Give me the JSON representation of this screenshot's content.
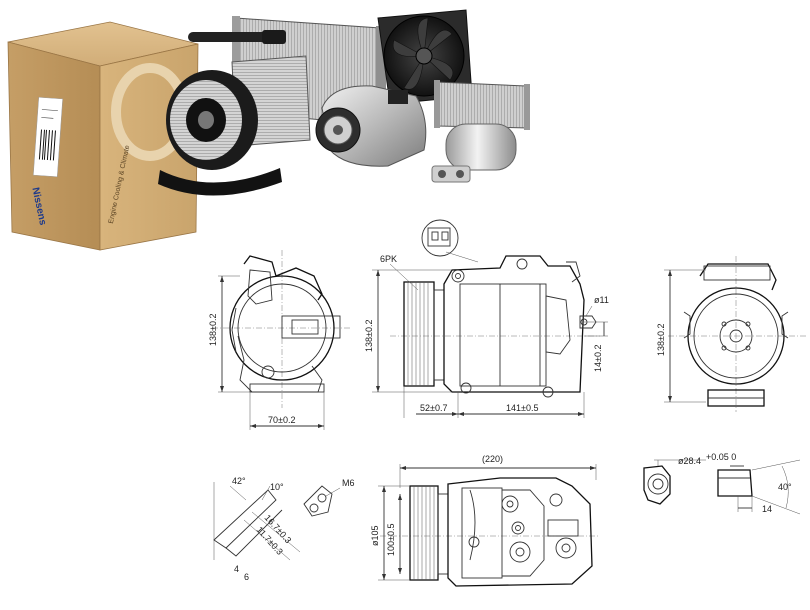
{
  "brand": {
    "box_label": "Nissens",
    "box_slogan": "Engine Cooling & Climate"
  },
  "dimensions": {
    "front_height": "138±0.2",
    "front_width": "70±0.2",
    "side_belt": "6PK",
    "side_height": "138±0.2",
    "side_port": "ø11",
    "side_port_offset": "14±0.2",
    "side_pulley_len": "52±0.7",
    "side_body_len": "141±0.5",
    "rear_height": "138±0.2",
    "bottom_total": "(220)",
    "bottom_diam_pulley": "ø105",
    "bottom_diam_body": "100±0.5",
    "angle_42": "42°",
    "angle_10": "10°",
    "len_16_7": "16.7±0.3",
    "len_11_7": "11.7±0.3",
    "bot_4": "4",
    "bot_6": "6",
    "bolt": "M6",
    "bolt_hole": "ø28.4",
    "bolt_hole_tol": "+0.05\n0",
    "angle_40": "40°",
    "rear_14": "14"
  }
}
